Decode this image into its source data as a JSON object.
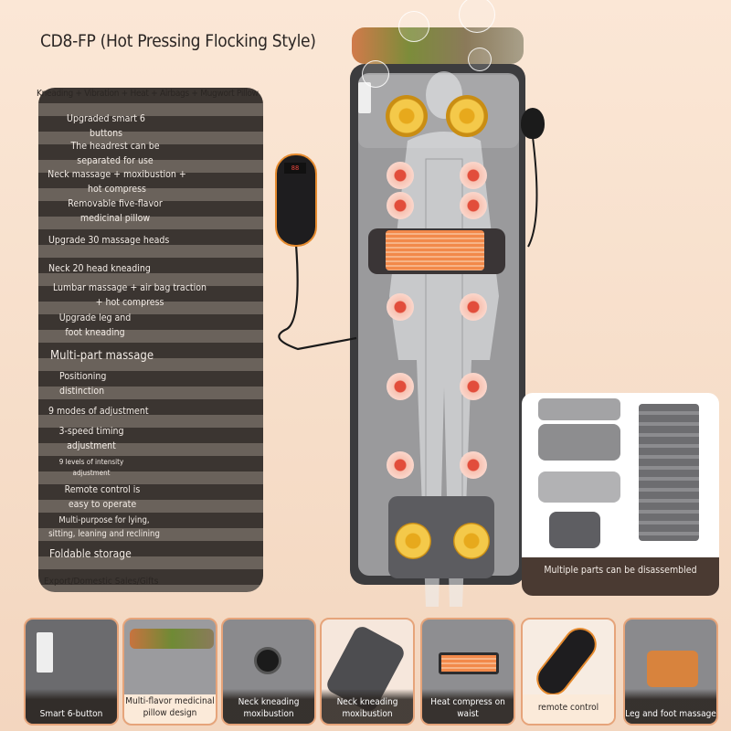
{
  "title": "CD8-FP (Hot Pressing Flocking Style)",
  "panel": {
    "header": "Kneading + Vibration + Heat + Airbags + Mugwort Pillow",
    "features": [
      "Upgraded smart 6 buttons",
      "The headrest can be separated for use",
      "Neck massage + moxibustion + hot compress",
      "Removable five-flavor medicinal pillow",
      "Upgrade 30 massage heads",
      "Neck 20 head kneading",
      "Lumbar massage + air bag traction + hot compress",
      "Upgrade leg and foot kneading",
      "Multi-part massage",
      "Positioning distinction",
      "9 modes of adjustment",
      "3-speed timing adjustment",
      "9 levels of intensity adjustment",
      "Remote control is easy to operate",
      "Multi-purpose for lying, sitting, leaning and reclining",
      "Foldable storage"
    ],
    "footer": "Export/Domestic Sales/Gifts"
  },
  "parts_caption": "Multiple parts can be disassembled",
  "thumbnails": [
    {
      "caption": "Smart 6-button"
    },
    {
      "caption": "Multi-flavor medicinal pillow design"
    },
    {
      "caption": "Neck kneading moxibustion"
    },
    {
      "caption": "Neck kneading moxibustion"
    },
    {
      "caption": "Heat compress on waist"
    },
    {
      "caption": "remote control"
    },
    {
      "caption": "Leg and foot massage"
    }
  ],
  "colors": {
    "accent": "#e58a2e",
    "panel_dark": "#3b3531",
    "heat": "#f2894a",
    "node": "#e24d3b"
  }
}
